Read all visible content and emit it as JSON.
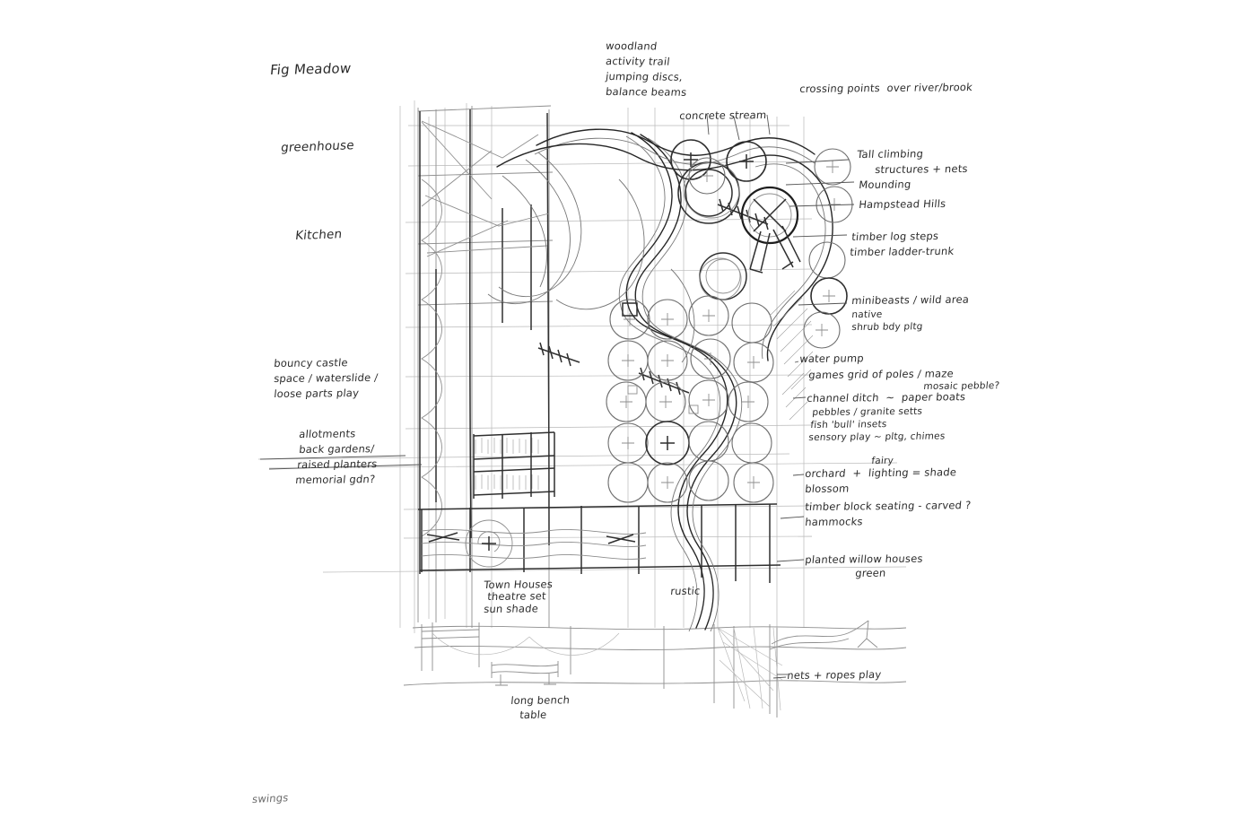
{
  "document": {
    "title": "Hand-drawn landscape masterplan sketch",
    "medium": "pencil on white paper",
    "ink_color": "#2b2b2b",
    "paper_color": "#ffffff"
  },
  "annotations": {
    "left": [
      {
        "id": "fig-meadow",
        "text": "Fig Meadow"
      },
      {
        "id": "greenhouse",
        "text": "greenhouse"
      },
      {
        "id": "kitchen",
        "text": "Kitchen"
      },
      {
        "id": "bouncy-castle-1",
        "text": "bouncy castle"
      },
      {
        "id": "bouncy-castle-2",
        "text": "space / waterslide /"
      },
      {
        "id": "bouncy-castle-3",
        "text": "loose parts play"
      },
      {
        "id": "allotments-1",
        "text": "allotments"
      },
      {
        "id": "allotments-2",
        "text": "back gardens/"
      },
      {
        "id": "allotments-3",
        "text": "raised planters"
      },
      {
        "id": "allotments-4",
        "text": "memorial gdn?"
      },
      {
        "id": "swings",
        "text": "swings"
      }
    ],
    "top": [
      {
        "id": "woodland-1",
        "text": "woodland"
      },
      {
        "id": "woodland-2",
        "text": "activity trail"
      },
      {
        "id": "woodland-3",
        "text": "jumping discs,"
      },
      {
        "id": "woodland-4",
        "text": "balance beams"
      },
      {
        "id": "crossing-points",
        "text": "crossing points  over river/brook"
      },
      {
        "id": "concrete-stream",
        "text": "concrete stream"
      }
    ],
    "right": [
      {
        "id": "tall-climbing-1",
        "text": "Tall climbing"
      },
      {
        "id": "tall-climbing-2",
        "text": "structures + nets"
      },
      {
        "id": "mounding",
        "text": "Mounding"
      },
      {
        "id": "hampstead-hills",
        "text": "Hampstead Hills"
      },
      {
        "id": "timber-log-steps",
        "text": "timber log steps"
      },
      {
        "id": "timber-ladder",
        "text": "timber ladder-trunk"
      },
      {
        "id": "minibeasts",
        "text": "minibeasts / wild area"
      },
      {
        "id": "native",
        "text": "native"
      },
      {
        "id": "shrub-pltg",
        "text": "shrub bdy pltg"
      },
      {
        "id": "water-pump",
        "text": "water pump"
      },
      {
        "id": "games-grid",
        "text": "games grid of poles / maze"
      },
      {
        "id": "mosaic-pebble",
        "text": "mosaic pebble?"
      },
      {
        "id": "channel-ditch",
        "text": "channel ditch  ~  paper boats"
      },
      {
        "id": "pebbles-setts",
        "text": "pebbles / granite setts"
      },
      {
        "id": "fish-insets",
        "text": "fish 'bull' insets"
      },
      {
        "id": "sensory-play",
        "text": "sensory play ~ pltg, chimes"
      },
      {
        "id": "fairy",
        "text": "fairy"
      },
      {
        "id": "orchard",
        "text": "orchard  +  lighting = shade"
      },
      {
        "id": "blossom",
        "text": "blossom"
      },
      {
        "id": "timber-seating",
        "text": "timber block seating - carved ?"
      },
      {
        "id": "hammocks",
        "text": "hammocks"
      },
      {
        "id": "willow-houses",
        "text": "planted willow houses"
      },
      {
        "id": "willow-green",
        "text": "green"
      },
      {
        "id": "nets-ropes",
        "text": "nets + ropes play"
      }
    ],
    "bottom": [
      {
        "id": "town-houses-1",
        "text": "Town Houses"
      },
      {
        "id": "town-houses-2",
        "text": "theatre set"
      },
      {
        "id": "town-houses-3",
        "text": "sun shade"
      },
      {
        "id": "rustic",
        "text": "rustic"
      },
      {
        "id": "long-bench-1",
        "text": "long bench"
      },
      {
        "id": "long-bench-2",
        "text": "table"
      }
    ]
  }
}
